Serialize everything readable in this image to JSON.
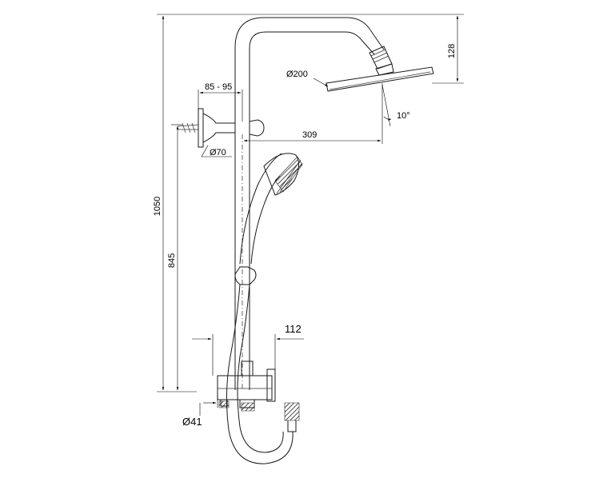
{
  "dimensions": {
    "total_height": "1050",
    "bracket_height": "845",
    "head_drop": "128",
    "head_diameter": "Ø200",
    "bracket_offset": "85 - 95",
    "arm_reach": "309",
    "tilt_angle": "10°",
    "bracket_diameter": "Ø70",
    "mixer_width": "112",
    "inlet_diameter": "Ø41"
  },
  "colors": {
    "line": "#1a1a1a",
    "background": "#ffffff"
  }
}
